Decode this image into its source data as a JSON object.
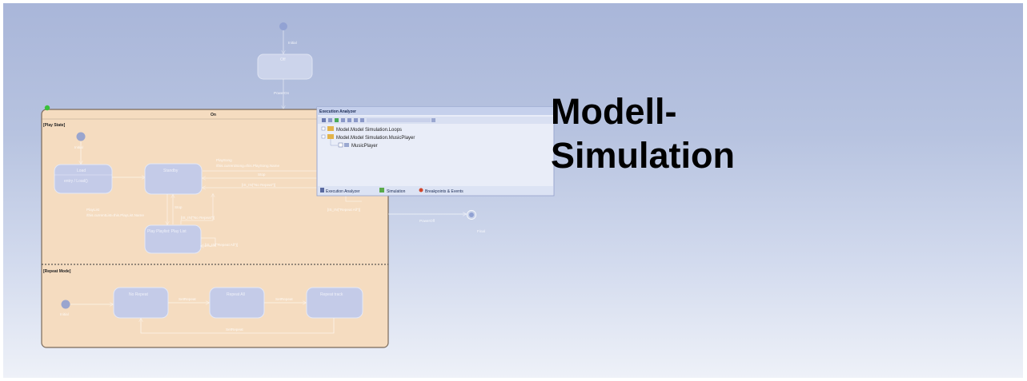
{
  "slide": {
    "title_line1": "Modell-",
    "title_line2": "Simulation"
  },
  "diagram": {
    "top_state": "Off",
    "top_initial_label": "Initial",
    "top_transition": "PowerOn",
    "composite_state": "On",
    "region_play": "[Play State]",
    "region_repeat": "[Repeat Mode]",
    "play_initial_label": "Initial",
    "state_load": "Load",
    "state_load_entry": "entry / Load()",
    "state_standby": "Standby",
    "state_play_list": "Play Playlist: Play List",
    "t_playsong": "PlaySong",
    "t_playsong_effect": "/this.currentSong=this.PlaySong.Name",
    "t_stop": "Stop",
    "t_no_repeat_1": "[IS_IN(\"No Repeat\")]",
    "t_playlist": "PlayList",
    "t_playlist_effect": "/this.currentList=this.PlayList.Name",
    "t_stop2": "Stop",
    "t_no_repeat_2": "[IS_IN(\"No Repeat\")]",
    "t_repeat_all": "[IS_IN(\"Repeat All\")]",
    "t_repeat_all_2": "[IS_IN(\"Repeat All\")]",
    "repeat_initial_label": "Initial",
    "state_no_repeat": "No Repeat",
    "state_repeat_all": "Repeat All",
    "state_repeat_track": "Repeat track",
    "t_setrepeat_1": "SetRepeat",
    "t_setrepeat_2": "SetRepeat",
    "t_setrepeat_3": "SetRepeat",
    "t_poweroff": "PowerOff",
    "final_label": "Final"
  },
  "execution_analyzer": {
    "title": "Execution Analyzer",
    "items": [
      "Model.Model Simulation.Loops",
      "Model.Model Simulation.MusicPlayer",
      "MusicPlayer"
    ],
    "tabs": [
      "Execution Analyzer",
      "Simulation",
      "Breakpoints & Events"
    ]
  },
  "colors": {
    "state_fill": "#c4cbe8",
    "composite_fill": "#f5dcc0",
    "panel_fill": "#e9edf8"
  }
}
